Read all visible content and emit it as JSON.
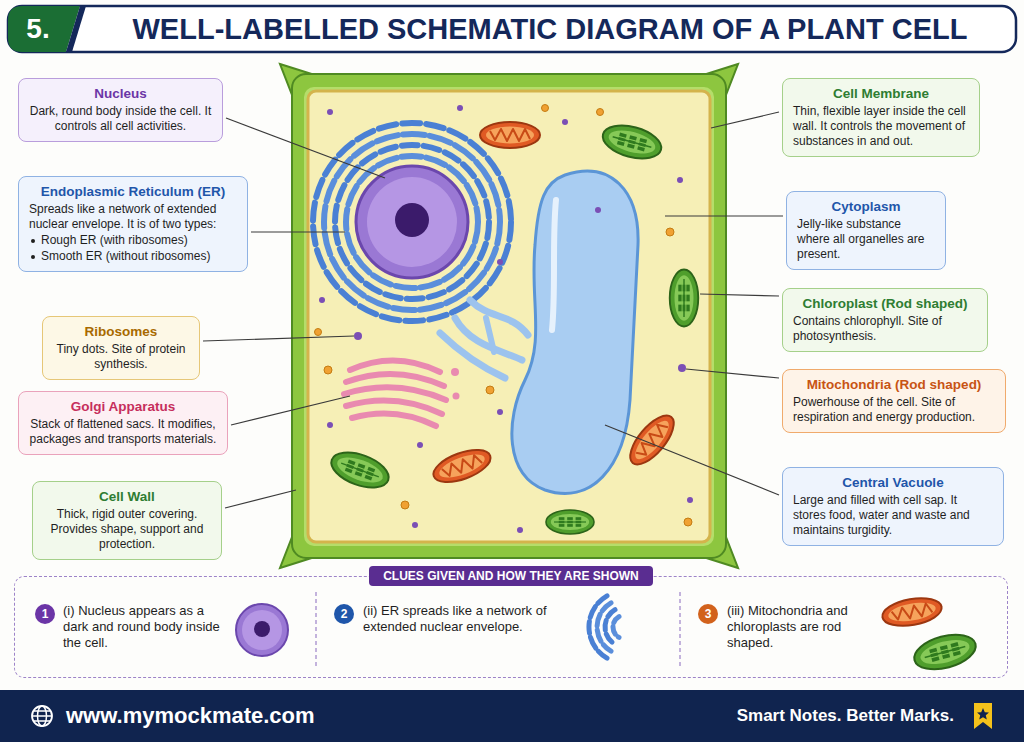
{
  "diagram": {
    "title": "WELL-LABELLED SCHEMATIC DIAGRAM OF A PLANT CELL",
    "nodes": [
      {
        "text": [
          "Nucleus",
          "Dark, round body inside the cell. It controls all cell activities."
        ]
      },
      {
        "text": [
          "Endoplasmic Reticulum (ER)",
          "Spreads like a network of extended nuclear envelope. It is of two types:",
          "Rough ER (with ribosomes)",
          "Smooth ER (without ribosomes)"
        ]
      },
      {
        "text": [
          "Ribosomes",
          "Tiny dots. Site of protein synthesis."
        ]
      },
      {
        "text": [
          "Golgi Apparatus",
          "Stack of flattened sacs. It modifies, packages and transports materials."
        ]
      },
      {
        "text": [
          "Cell Wall",
          "Thick, rigid outer covering. Provides shape, support and protection."
        ]
      },
      {
        "text": [
          "Cell Membrane",
          "Thin, flexible layer inside the cell wall. It controls the movement of substances in and out."
        ]
      },
      {
        "text": [
          "Cytoplasm",
          "Jelly-like substance where all organelles are present."
        ]
      },
      {
        "text": [
          "Chloroplast (Rod shaped)",
          "Contains chlorophyll. Site of photosynthesis."
        ]
      },
      {
        "text": [
          "Mitochondria (Rod shaped)",
          "Powerhouse of the cell. Site of respiration and energy production."
        ]
      },
      {
        "text": [
          "Central Vacuole",
          "Large and filled with cell sap. It stores food, water and waste and maintains turgidity."
        ]
      },
      {
        "text": [
          "CLUES GIVEN AND HOW THEY ARE SHOWN"
        ]
      },
      {
        "text": [
          "(i) Nucleus appears as a dark and round body inside the cell."
        ],
        "in": 10
      },
      {
        "text": [
          "1"
        ],
        "in": 11
      },
      {
        "text": [
          "(ii) ER spreads like a network of extended nuclear envelope."
        ],
        "in": 10
      },
      {
        "text": [
          "2"
        ],
        "in": 13
      },
      {
        "text": [
          "(iii) Mitochondria and chloroplasts are rod shaped."
        ],
        "in": 10
      },
      {
        "text": [
          "3"
        ],
        "in": 15
      },
      {
        "text": [
          "www.mymockmate.com",
          "Smart Notes. Better Marks."
        ]
      }
    ],
    "labels": [
      "5."
    ]
  }
}
